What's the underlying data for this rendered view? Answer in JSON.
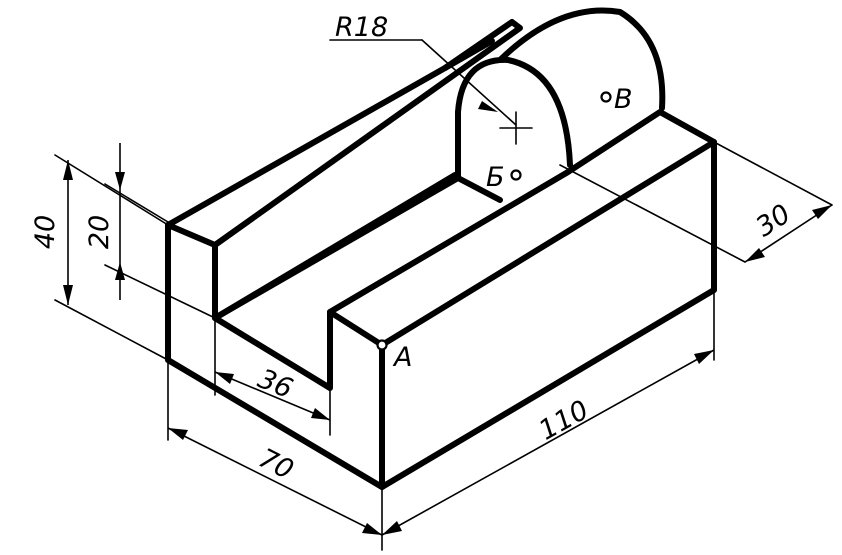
{
  "dimensions": {
    "height_total": "40",
    "height_step": "20",
    "groove_width": "36",
    "width": "70",
    "length": "110",
    "boss_depth": "30",
    "radius": "R18"
  },
  "points": {
    "a": "A",
    "b": "Б",
    "v": "B"
  },
  "colors": {
    "ink": "#000000",
    "paper": "#ffffff"
  }
}
